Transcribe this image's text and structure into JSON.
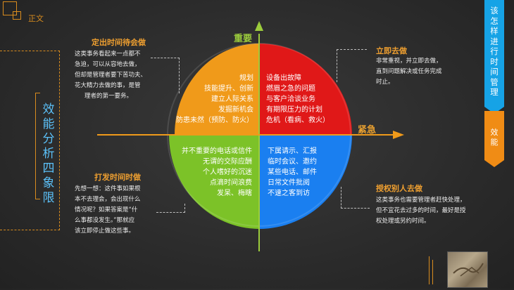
{
  "header": {
    "logo_text": "正文"
  },
  "left_title": [
    "效",
    "能",
    "分",
    "析",
    "四",
    "象",
    "限"
  ],
  "axes": {
    "vertical_label": "重要",
    "horizontal_label": "紧急"
  },
  "quadrants": {
    "top_left": {
      "title": "定出时间待会做",
      "desc": [
        "这类事务看起来一点都不",
        "急迫，可以从容地去做，",
        "但却是管理者要下苦功夫、",
        "花大精力去做的事，是管",
        "理者的第一要务。"
      ],
      "circle_lines": [
        "规划",
        "技能提升、创新",
        "建立人际关系",
        "发掘新机会",
        "防患未然（预防、防火）"
      ]
    },
    "top_right": {
      "title": "立即去做",
      "desc": [
        "非常重视，并立即去做，",
        "直到问题解决或任务完成",
        "时止。"
      ],
      "circle_lines": [
        "设备出故障",
        "燃眉之急的问题",
        "与客户洽谈业务",
        "有期限压力的计划",
        "危机（看病、救火）"
      ]
    },
    "bottom_left": {
      "title": "打发时间时做",
      "desc": [
        "先想一想：这件事如果根",
        "本不去理会，会出现什么",
        "情况呢？如果答案是“什",
        "么事都没发生。”那就应",
        "该立即停止做这些事。"
      ],
      "circle_lines": [
        "并不重要的电话或信件",
        "无谓的交际应酬",
        "个人嗜好的沉迷",
        "点滴时间浪费",
        "发呆、梅瞎"
      ]
    },
    "bottom_right": {
      "title": "授权别人去做",
      "desc": [
        "这类事务也需要管理者赶快处理，",
        "但不宜花去过多的时间，最好是授",
        "权处理或另约时间。"
      ],
      "circle_lines": [
        "下属请示、汇报",
        "临时会议、邀约",
        "某些电话、邮件",
        "日常文件批阅",
        "不速之客到访"
      ]
    }
  },
  "sidebar": {
    "tab1": [
      "该",
      "怎",
      "样",
      "进",
      "行",
      "时",
      "间",
      "管",
      "理"
    ],
    "tab2": [
      "效",
      "能"
    ]
  },
  "colors": {
    "top_left": "#f09a1a",
    "top_right": "#e01818",
    "bottom_left": "#7cc228",
    "bottom_right": "#1a7ff0",
    "accent": "#d98c1e",
    "axis_label": "#e8a030"
  }
}
